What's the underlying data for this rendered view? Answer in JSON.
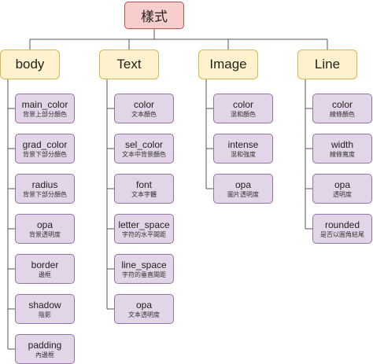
{
  "root": {
    "label": "樣式"
  },
  "categories": [
    {
      "label": "body",
      "items": [
        {
          "name": "main_color",
          "desc": "背景上部分顏色"
        },
        {
          "name": "grad_color",
          "desc": "背景下部分顏色"
        },
        {
          "name": "radius",
          "desc": "背景下部分顏色"
        },
        {
          "name": "opa",
          "desc": "背景透明度"
        },
        {
          "name": "border",
          "desc": "邊框"
        },
        {
          "name": "shadow",
          "desc": "陰影"
        },
        {
          "name": "padding",
          "desc": "內邊框"
        }
      ]
    },
    {
      "label": "Text",
      "items": [
        {
          "name": "color",
          "desc": "文本顏色"
        },
        {
          "name": "sel_color",
          "desc": "文本中背景顏色"
        },
        {
          "name": "font",
          "desc": "文本字體"
        },
        {
          "name": "letter_space",
          "desc": "字符的水平間距"
        },
        {
          "name": "line_space",
          "desc": "字符的垂直間距"
        },
        {
          "name": "opa",
          "desc": "文本透明度"
        }
      ]
    },
    {
      "label": "Image",
      "items": [
        {
          "name": "color",
          "desc": "混和顏色"
        },
        {
          "name": "intense",
          "desc": "混和強度"
        },
        {
          "name": "opa",
          "desc": "圖片透明度"
        }
      ]
    },
    {
      "label": "Line",
      "items": [
        {
          "name": "color",
          "desc": "線條顏色"
        },
        {
          "name": "width",
          "desc": "線條寬度"
        },
        {
          "name": "opa",
          "desc": "透明度"
        },
        {
          "name": "rounded",
          "desc": "是否以圓角結尾"
        }
      ]
    }
  ],
  "colors": {
    "root_fill": "#f8cecc",
    "root_border": "#b85450",
    "category_fill": "#fff2cc",
    "category_border": "#d6b656",
    "leaf_fill": "#e1d5e7",
    "leaf_border": "#9673a6",
    "connector": "#555555"
  }
}
